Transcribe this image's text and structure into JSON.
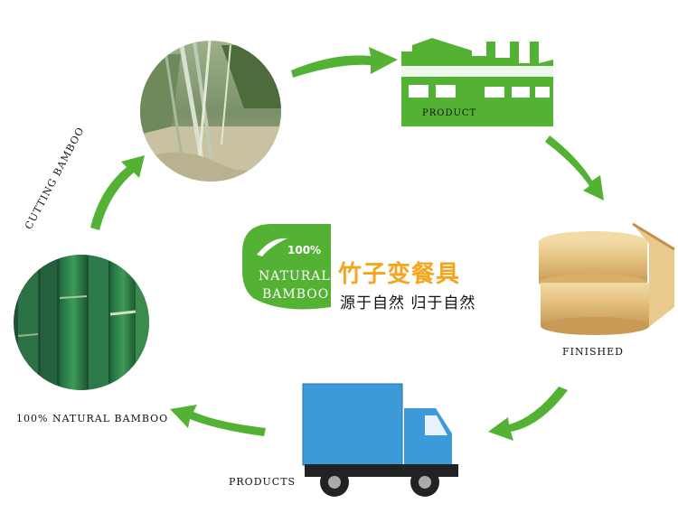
{
  "stages": {
    "factory_label": "PRODUCT",
    "finished_label": "FINISHED",
    "transport_label": "PRODUCTS",
    "natural_label": "100% NATURAL BAMBOO",
    "cutting_label": "CUTTING BAMBOO"
  },
  "badge": {
    "percent": "100%",
    "line1": "NATURAL",
    "line2": "BAMBOO"
  },
  "slogan": {
    "title": "竹子变餐具",
    "subtitle": "源于自然  归于自然"
  },
  "colors": {
    "green": "#53b234",
    "orange": "#f5a51b",
    "truck_blue": "#3d9ad8"
  }
}
